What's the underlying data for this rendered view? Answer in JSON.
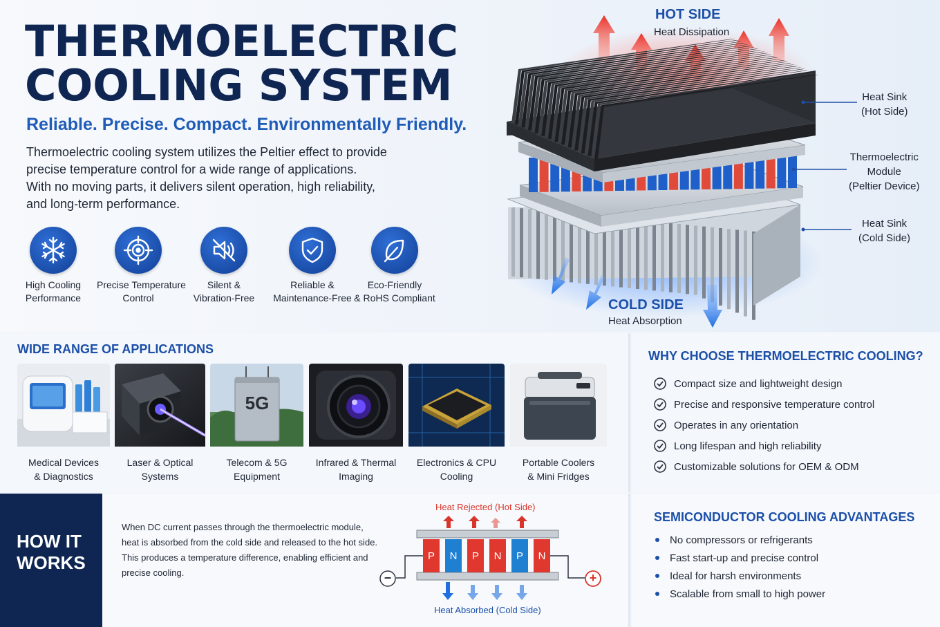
{
  "header": {
    "title_line1": "THERMOELECTRIC",
    "title_line2": "COOLING SYSTEM",
    "tagline": "Reliable. Precise. Compact. Environmentally Friendly.",
    "description": [
      "Thermoelectric cooling system utilizes the Peltier effect to provide",
      "precise temperature control for a wide range of applications.",
      "With no moving parts, it delivers silent operation, high reliability,",
      "and long-term performance."
    ]
  },
  "features": [
    {
      "line1": "High Cooling",
      "line2": "Performance",
      "icon": "snowflake-icon"
    },
    {
      "line1": "Precise Temperature",
      "line2": "Control",
      "icon": "target-icon"
    },
    {
      "line1": "Silent &",
      "line2": "Vibration-Free",
      "icon": "mute-speaker-icon"
    },
    {
      "line1": "Reliable &",
      "line2": "Maintenance-Free",
      "icon": "shield-check-icon"
    },
    {
      "line1": "Eco-Friendly",
      "line2": "& RoHS Compliant",
      "icon": "leaf-icon"
    }
  ],
  "diagram": {
    "hot_title": "HOT SIDE",
    "hot_sub": "Heat Dissipation",
    "cold_title": "COLD SIDE",
    "cold_sub": "Heat Absorption",
    "callouts": [
      {
        "line1": "Heat Sink",
        "line2": "(Hot Side)",
        "line3": ""
      },
      {
        "line1": "Thermoelectric",
        "line2": "Module",
        "line3": "(Peltier Device)"
      },
      {
        "line1": "Heat Sink",
        "line2": "(Cold Side)",
        "line3": ""
      }
    ],
    "colors": {
      "hot": "#e0382e",
      "cold": "#1f6fe0",
      "navy": "#0f2552",
      "accent": "#1b4fa8"
    }
  },
  "applications": {
    "title": "WIDE RANGE OF APPLICATIONS",
    "items": [
      {
        "line1": "Medical Devices",
        "line2": "& Diagnostics"
      },
      {
        "line1": "Laser & Optical",
        "line2": "Systems"
      },
      {
        "line1": "Telecom & 5G",
        "line2": "Equipment",
        "badge": "5G"
      },
      {
        "line1": "Infrared & Thermal",
        "line2": "Imaging"
      },
      {
        "line1": "Electronics & CPU",
        "line2": "Cooling"
      },
      {
        "line1": "Portable Coolers",
        "line2": "& Mini Fridges"
      }
    ]
  },
  "why": {
    "title": "WHY CHOOSE THERMOELECTRIC COOLING?",
    "items": [
      "Compact size and lightweight design",
      "Precise and responsive temperature control",
      "Operates in any orientation",
      "Long lifespan and high reliability",
      "Customizable solutions for OEM & ODM"
    ]
  },
  "how": {
    "title_line1": "HOW IT",
    "title_line2": "WORKS",
    "text": [
      "When DC current passes through the thermoelectric module,",
      "heat is absorbed from the cold side and released to the hot side.",
      "This produces a temperature difference, enabling efficient and",
      "precise cooling."
    ],
    "heat_rejected": "Heat Rejected (Hot Side)",
    "heat_absorbed": "Heat Absorbed (Cold Side)",
    "elements": [
      "P",
      "N",
      "P",
      "N",
      "P",
      "N"
    ],
    "minus": "−",
    "plus": "+"
  },
  "semi": {
    "title": "SEMICONDUCTOR COOLING ADVANTAGES",
    "items": [
      "No compressors or refrigerants",
      "Fast start-up and precise control",
      "Ideal for harsh environments",
      "Scalable from small to high power"
    ]
  }
}
